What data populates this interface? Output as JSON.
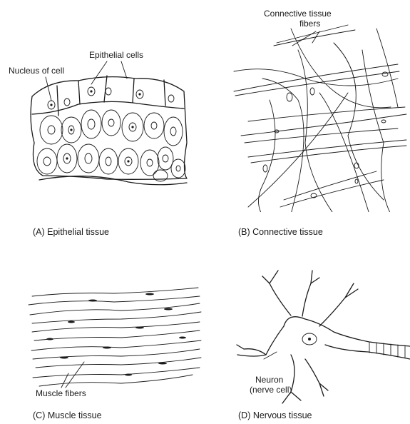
{
  "panels": [
    {
      "id": "A",
      "caption": "(A) Epithelial tissue",
      "labels": [
        "Nucleus of cell",
        "Epithelial cells"
      ]
    },
    {
      "id": "B",
      "caption": "(B) Connective tissue",
      "labels": [
        "Connective tissue",
        "fibers"
      ]
    },
    {
      "id": "C",
      "caption": "(C) Muscle tissue",
      "labels": [
        "Muscle fibers"
      ]
    },
    {
      "id": "D",
      "caption": "(D) Nervous tissue",
      "labels": [
        "Neuron",
        "(nerve cell)"
      ]
    }
  ]
}
